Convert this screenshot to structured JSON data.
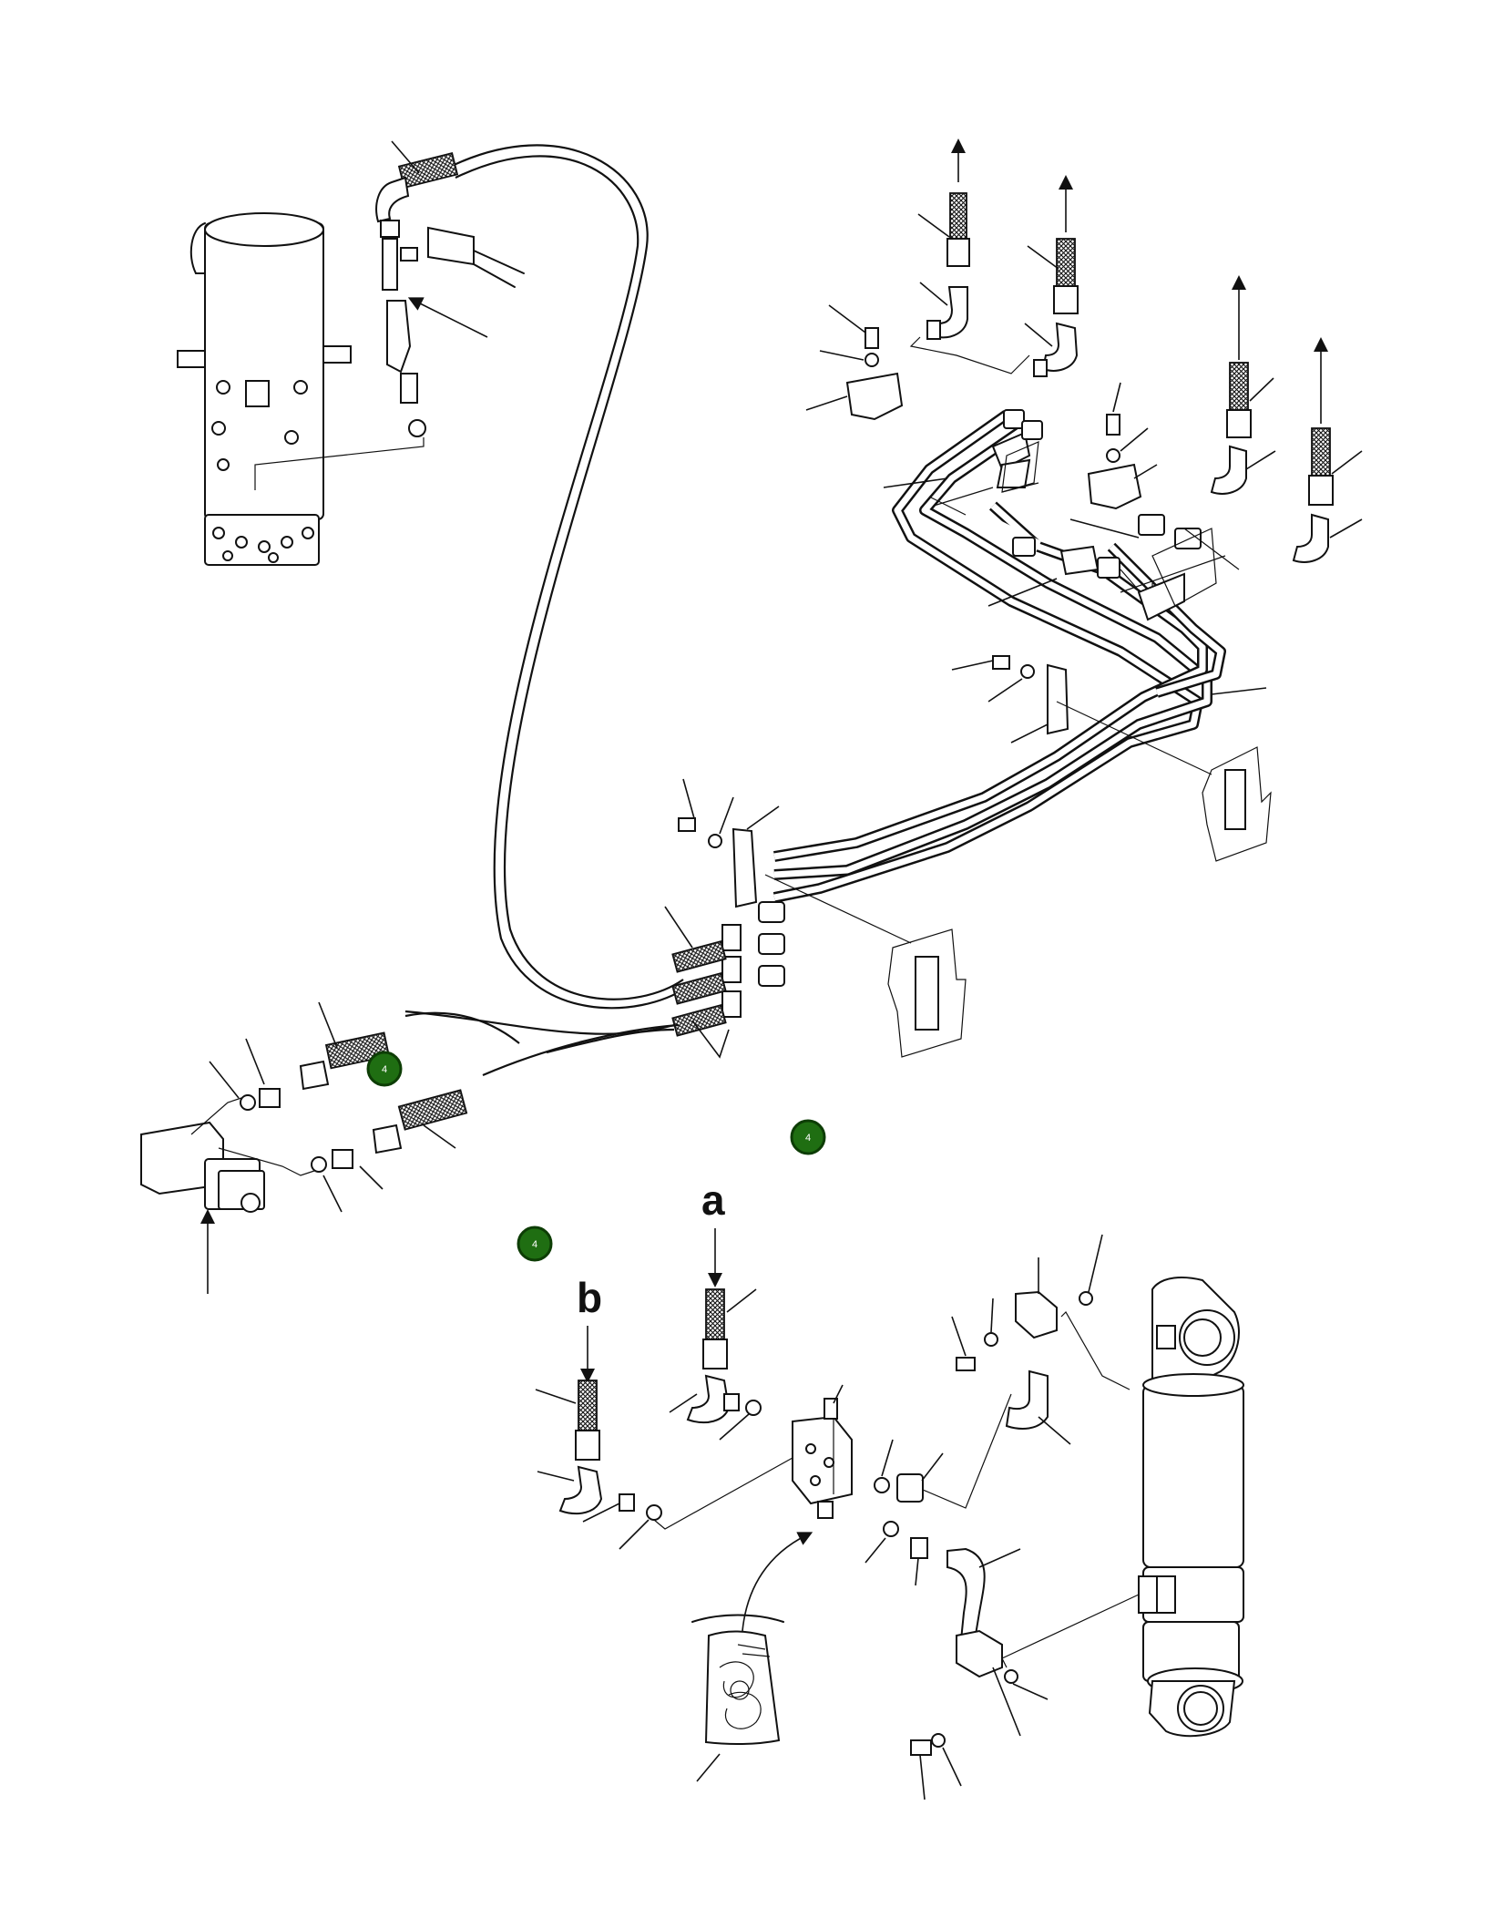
{
  "callouts": {
    "a": "a",
    "b": "b"
  },
  "markers": [
    {
      "label": "4"
    },
    {
      "label": "4"
    },
    {
      "label": "4"
    }
  ],
  "colors": {
    "line": "#111111",
    "marker_fill": "#1f6e12",
    "marker_ring": "#0d3d05",
    "marker_text": "#ffffff"
  },
  "icons": {
    "arrow": "arrow-icon",
    "marker": "green-circle-marker-icon"
  }
}
